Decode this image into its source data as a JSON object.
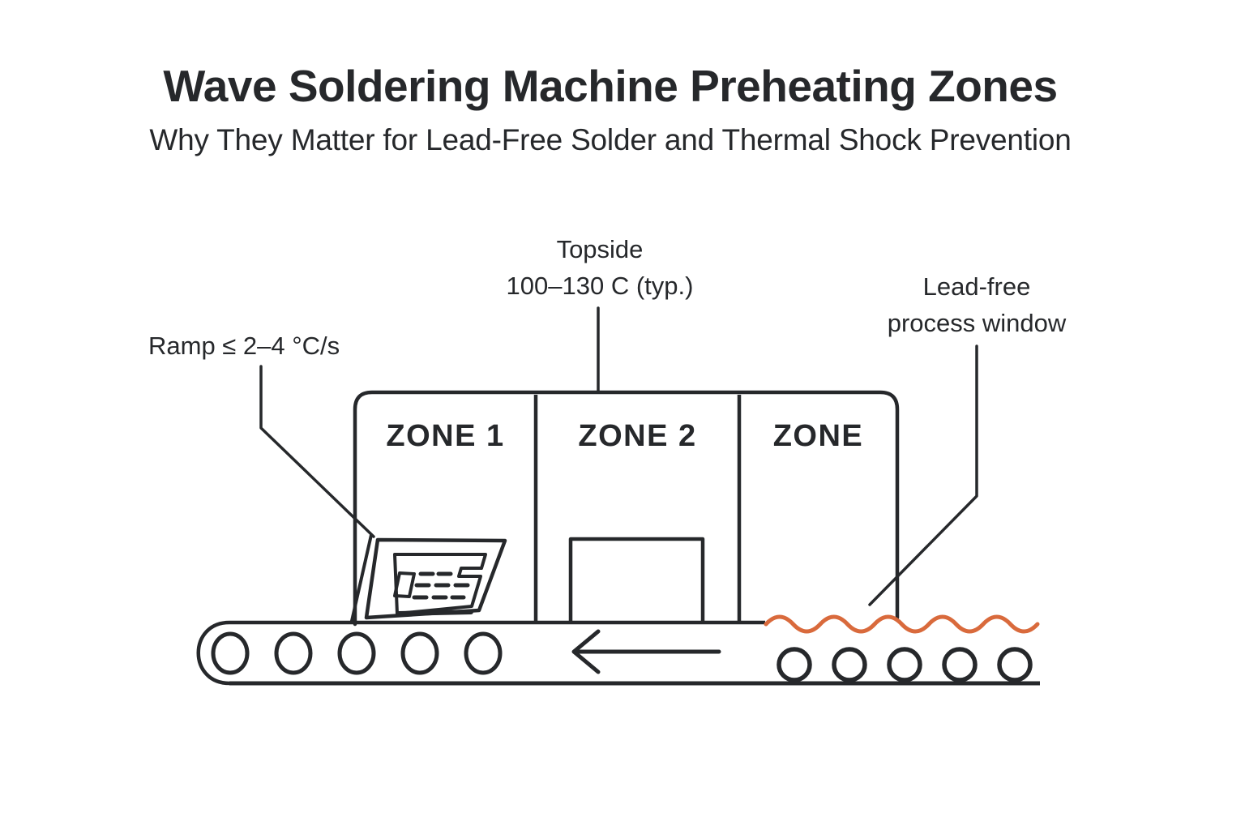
{
  "header": {
    "title": "Wave Soldering Machine Preheating Zones",
    "subtitle": "Why They Matter for Lead-Free Solder and Thermal Shock Prevention"
  },
  "annotations": {
    "ramp": "Ramp ≤ 2–4 °C/s",
    "topside_line1": "Topside",
    "topside_line2": "100–130 C (typ.)",
    "leadfree_line1": "Lead-free",
    "leadfree_line2": "process window"
  },
  "zones": [
    {
      "label": "ZONE 1"
    },
    {
      "label": "ZONE 2"
    },
    {
      "label": "ZONE"
    }
  ],
  "conveyor": {
    "direction": "left",
    "left_roller_count": 5,
    "right_roller_count": 5
  },
  "colors": {
    "ink": "#26282b",
    "accent_wave": "#d96a3c",
    "background": "#ffffff"
  }
}
